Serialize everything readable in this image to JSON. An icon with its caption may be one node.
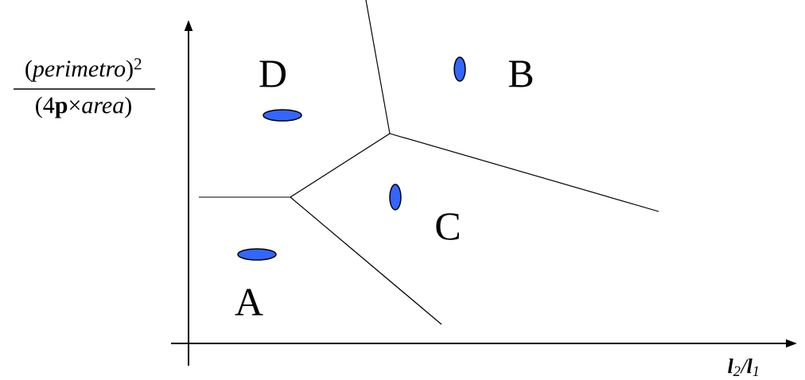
{
  "diagram": {
    "labels": [
      "(*perimetro*)$^{2}$",
      "(4**p**×*area*)",
      "D",
      "B",
      "C",
      "A",
      "**l**$_{2}$/**l**$_{1}$"
    ]
  }
}
